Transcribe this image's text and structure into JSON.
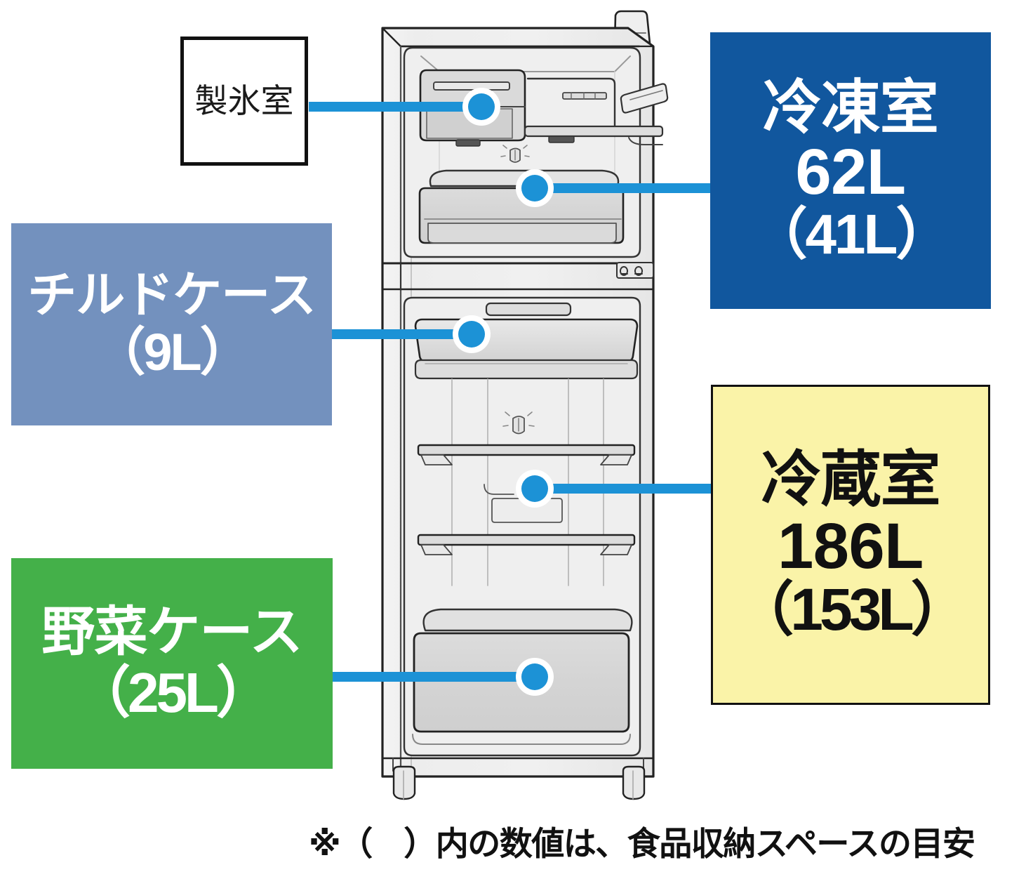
{
  "diagram": {
    "title_implicit": "",
    "accent_line_color": "#1C92D6",
    "background": "#FFFFFF"
  },
  "callouts": [
    {
      "key": "ice_room",
      "name": "ice-room",
      "label": "製氷室",
      "capacity": "",
      "usable_capacity": "",
      "box_color": "#FFFFFF",
      "text_color": "#1A1A1A",
      "border_color": "#111111"
    },
    {
      "key": "freezer",
      "name": "freezer-room",
      "label": "冷凍室",
      "capacity": "62L",
      "usable_capacity": "（41L）",
      "box_color": "#11579E",
      "text_color": "#FFFFFF"
    },
    {
      "key": "chilled_case",
      "name": "chilled-case",
      "label": "チルドケース",
      "capacity": "",
      "usable_capacity": "（9L）",
      "box_color": "#7391BE",
      "text_color": "#FFFFFF"
    },
    {
      "key": "fridge",
      "name": "refrigerator-room",
      "label": "冷蔵室",
      "capacity": "186L",
      "usable_capacity": "（153L）",
      "box_color": "#FAF3A8",
      "text_color": "#111111",
      "border_color": "#111111"
    },
    {
      "key": "vegetable_case",
      "name": "vegetable-case",
      "label": "野菜ケース",
      "capacity": "",
      "usable_capacity": "（25L）",
      "box_color": "#44B049",
      "text_color": "#FFFFFF"
    }
  ],
  "footnote": {
    "text": "※（　）内の数値は、食品収納スペースの目安"
  },
  "appliance": {
    "type": "refrigerator-cutaway-illustration",
    "compartments": [
      "freezer-upper",
      "ice-maker-tray",
      "freezer-drawer",
      "refrigerator-lower",
      "chilled-case-shelf",
      "glass-shelf-1",
      "glass-shelf-2",
      "vegetable-drawer"
    ],
    "control_panel_icons": [
      "indicator-left",
      "indicator-right"
    ],
    "feet": 2
  }
}
